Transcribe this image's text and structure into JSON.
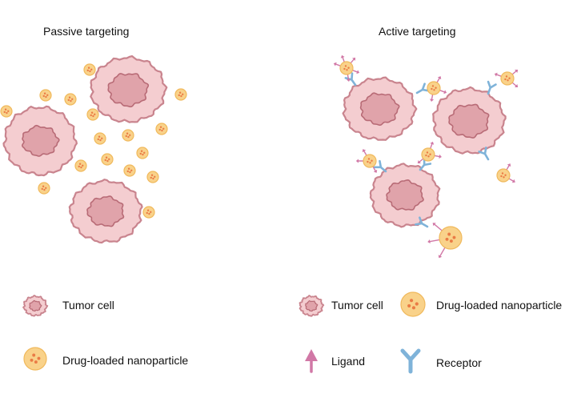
{
  "panels": {
    "passive": {
      "title": "Passive targeting"
    },
    "active": {
      "title": "Active targeting"
    }
  },
  "legend": {
    "passive": {
      "tumor_cell": "Tumor cell",
      "nanoparticle": "Drug-loaded nanoparticle"
    },
    "active": {
      "tumor_cell": "Tumor cell",
      "nanoparticle": "Drug-loaded nanoparticle",
      "ligand": "Ligand",
      "receptor": "Receptor"
    }
  },
  "colors": {
    "cell_fill": "#f4cdd0",
    "cell_stroke": "#c9848e",
    "nucleus_fill": "#e0a3aa",
    "nucleus_stroke": "#b86b76",
    "np_fill": "#f9d28a",
    "np_stroke": "#f0b95c",
    "np_dot": "#ea7b45",
    "receptor": "#7fb3d9",
    "ligand": "#d178a6"
  }
}
